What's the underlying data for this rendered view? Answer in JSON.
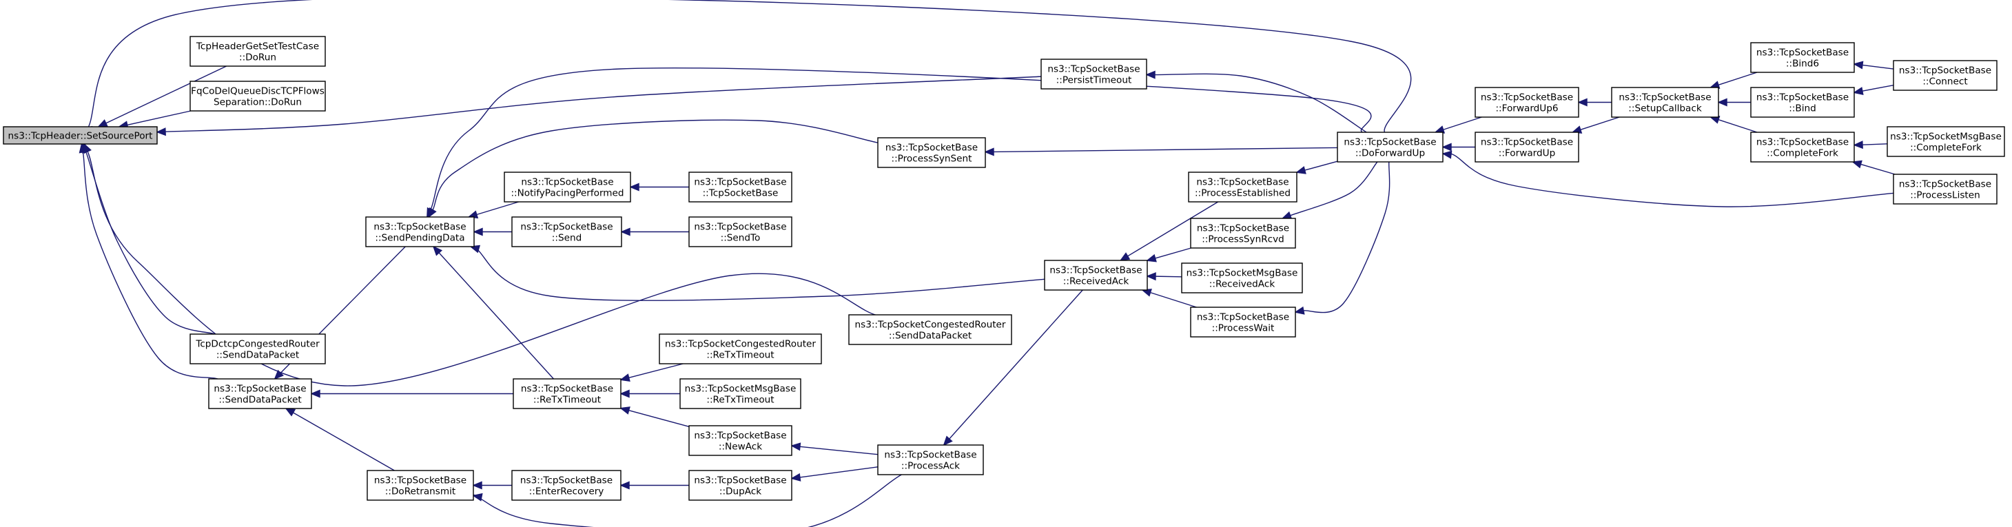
{
  "diagram": {
    "colors": {
      "edge": "#191970",
      "root_fill": "#bfbfbf",
      "node_fill": "#ffffff",
      "border": "#000000"
    },
    "nodes": [
      {
        "id": "root",
        "lines": [
          "ns3::TcpHeader::SetSourcePort"
        ],
        "root": true
      },
      {
        "id": "hdrTest",
        "lines": [
          "TcpHeaderGetSetTestCase",
          "::DoRun"
        ]
      },
      {
        "id": "fqCodel",
        "lines": [
          "FqCoDelQueueDiscTCPFlows",
          "Separation::DoRun"
        ]
      },
      {
        "id": "dctcpSend",
        "lines": [
          "TcpDctcpCongestedRouter",
          "::SendDataPacket"
        ]
      },
      {
        "id": "sendDataPacket",
        "lines": [
          "ns3::TcpSocketBase",
          "::SendDataPacket"
        ]
      },
      {
        "id": "sendPendingData",
        "lines": [
          "ns3::TcpSocketBase",
          "::SendPendingData"
        ]
      },
      {
        "id": "doRetransmit",
        "lines": [
          "ns3::TcpSocketBase",
          "::DoRetransmit"
        ]
      },
      {
        "id": "notifyPacing",
        "lines": [
          "ns3::TcpSocketBase",
          "::NotifyPacingPerformed"
        ]
      },
      {
        "id": "send",
        "lines": [
          "ns3::TcpSocketBase",
          "::Send"
        ]
      },
      {
        "id": "reTxTimeout",
        "lines": [
          "ns3::TcpSocketBase",
          "::ReTxTimeout"
        ]
      },
      {
        "id": "enterRecovery",
        "lines": [
          "ns3::TcpSocketBase",
          "::EnterRecovery"
        ]
      },
      {
        "id": "ctor",
        "lines": [
          "ns3::TcpSocketBase",
          "::TcpSocketBase"
        ]
      },
      {
        "id": "sendTo",
        "lines": [
          "ns3::TcpSocketBase",
          "::SendTo"
        ]
      },
      {
        "id": "congRetx",
        "lines": [
          "ns3::TcpSocketCongestedRouter",
          "::ReTxTimeout"
        ]
      },
      {
        "id": "msgRetx",
        "lines": [
          "ns3::TcpSocketMsgBase",
          "::ReTxTimeout"
        ]
      },
      {
        "id": "newAck",
        "lines": [
          "ns3::TcpSocketBase",
          "::NewAck"
        ]
      },
      {
        "id": "dupAck",
        "lines": [
          "ns3::TcpSocketBase",
          "::DupAck"
        ]
      },
      {
        "id": "congSend",
        "lines": [
          "ns3::TcpSocketCongestedRouter",
          "::SendDataPacket"
        ]
      },
      {
        "id": "processAck",
        "lines": [
          "ns3::TcpSocketBase",
          "::ProcessAck"
        ]
      },
      {
        "id": "persistTimeout",
        "lines": [
          "ns3::TcpSocketBase",
          "::PersistTimeout"
        ]
      },
      {
        "id": "processSynSent",
        "lines": [
          "ns3::TcpSocketBase",
          "::ProcessSynSent"
        ]
      },
      {
        "id": "receivedAck",
        "lines": [
          "ns3::TcpSocketBase",
          "::ReceivedAck"
        ]
      },
      {
        "id": "processEstablished",
        "lines": [
          "ns3::TcpSocketBase",
          "::ProcessEstablished"
        ]
      },
      {
        "id": "processSynRcvd",
        "lines": [
          "ns3::TcpSocketBase",
          "::ProcessSynRcvd"
        ]
      },
      {
        "id": "msgReceivedAck",
        "lines": [
          "ns3::TcpSocketMsgBase",
          "::ReceivedAck"
        ]
      },
      {
        "id": "processWait",
        "lines": [
          "ns3::TcpSocketBase",
          "::ProcessWait"
        ]
      },
      {
        "id": "doForwardUp",
        "lines": [
          "ns3::TcpSocketBase",
          "::DoForwardUp"
        ]
      },
      {
        "id": "forwardUp6",
        "lines": [
          "ns3::TcpSocketBase",
          "::ForwardUp6"
        ]
      },
      {
        "id": "forwardUp",
        "lines": [
          "ns3::TcpSocketBase",
          "::ForwardUp"
        ]
      },
      {
        "id": "setupCallback",
        "lines": [
          "ns3::TcpSocketBase",
          "::SetupCallback"
        ]
      },
      {
        "id": "bind6",
        "lines": [
          "ns3::TcpSocketBase",
          "::Bind6"
        ]
      },
      {
        "id": "bind",
        "lines": [
          "ns3::TcpSocketBase",
          "::Bind"
        ]
      },
      {
        "id": "completeFork",
        "lines": [
          "ns3::TcpSocketBase",
          "::CompleteFork"
        ]
      },
      {
        "id": "processListen",
        "lines": [
          "ns3::TcpSocketBase",
          "::ProcessListen"
        ]
      },
      {
        "id": "connect",
        "lines": [
          "ns3::TcpSocketBase",
          "::Connect"
        ]
      },
      {
        "id": "msgCompleteFork",
        "lines": [
          "ns3::TcpSocketMsgBase",
          "::CompleteFork"
        ]
      }
    ],
    "edges": [
      {
        "from": "hdrTest",
        "to": "root"
      },
      {
        "from": "fqCodel",
        "to": "root"
      },
      {
        "from": "dctcpSend",
        "to": "root"
      },
      {
        "from": "sendDataPacket",
        "to": "root"
      },
      {
        "from": "persistTimeout",
        "to": "root"
      },
      {
        "from": "doForwardUp",
        "to": "root"
      },
      {
        "from": "congSend",
        "to": "root"
      },
      {
        "from": "sendPendingData",
        "to": "sendDataPacket"
      },
      {
        "from": "reTxTimeout",
        "to": "sendDataPacket"
      },
      {
        "from": "doRetransmit",
        "to": "sendDataPacket"
      },
      {
        "from": "notifyPacing",
        "to": "sendPendingData"
      },
      {
        "from": "send",
        "to": "sendPendingData"
      },
      {
        "from": "reTxTimeout",
        "to": "sendPendingData"
      },
      {
        "from": "receivedAck",
        "to": "sendPendingData"
      },
      {
        "from": "processSynSent",
        "to": "sendPendingData"
      },
      {
        "from": "doForwardUp",
        "to": "sendPendingData"
      },
      {
        "from": "enterRecovery",
        "to": "doRetransmit"
      },
      {
        "from": "processAck",
        "to": "doRetransmit"
      },
      {
        "from": "ctor",
        "to": "notifyPacing"
      },
      {
        "from": "sendTo",
        "to": "send"
      },
      {
        "from": "congRetx",
        "to": "reTxTimeout"
      },
      {
        "from": "msgRetx",
        "to": "reTxTimeout"
      },
      {
        "from": "newAck",
        "to": "reTxTimeout"
      },
      {
        "from": "dupAck",
        "to": "enterRecovery"
      },
      {
        "from": "processAck",
        "to": "newAck"
      },
      {
        "from": "processAck",
        "to": "dupAck"
      },
      {
        "from": "receivedAck",
        "to": "processAck"
      },
      {
        "from": "processEstablished",
        "to": "receivedAck"
      },
      {
        "from": "processSynRcvd",
        "to": "receivedAck"
      },
      {
        "from": "msgReceivedAck",
        "to": "receivedAck"
      },
      {
        "from": "processWait",
        "to": "receivedAck"
      },
      {
        "from": "doForwardUp",
        "to": "persistTimeout"
      },
      {
        "from": "doForwardUp",
        "to": "processSynSent"
      },
      {
        "from": "doForwardUp",
        "to": "processEstablished"
      },
      {
        "from": "doForwardUp",
        "to": "processSynRcvd"
      },
      {
        "from": "doForwardUp",
        "to": "processWait"
      },
      {
        "from": "forwardUp6",
        "to": "doForwardUp"
      },
      {
        "from": "forwardUp",
        "to": "doForwardUp"
      },
      {
        "from": "processListen",
        "to": "doForwardUp"
      },
      {
        "from": "setupCallback",
        "to": "forwardUp6"
      },
      {
        "from": "setupCallback",
        "to": "forwardUp"
      },
      {
        "from": "bind6",
        "to": "setupCallback"
      },
      {
        "from": "bind",
        "to": "setupCallback"
      },
      {
        "from": "completeFork",
        "to": "setupCallback"
      },
      {
        "from": "connect",
        "to": "bind6"
      },
      {
        "from": "connect",
        "to": "bind"
      },
      {
        "from": "msgCompleteFork",
        "to": "completeFork"
      },
      {
        "from": "processListen",
        "to": "completeFork"
      }
    ]
  }
}
